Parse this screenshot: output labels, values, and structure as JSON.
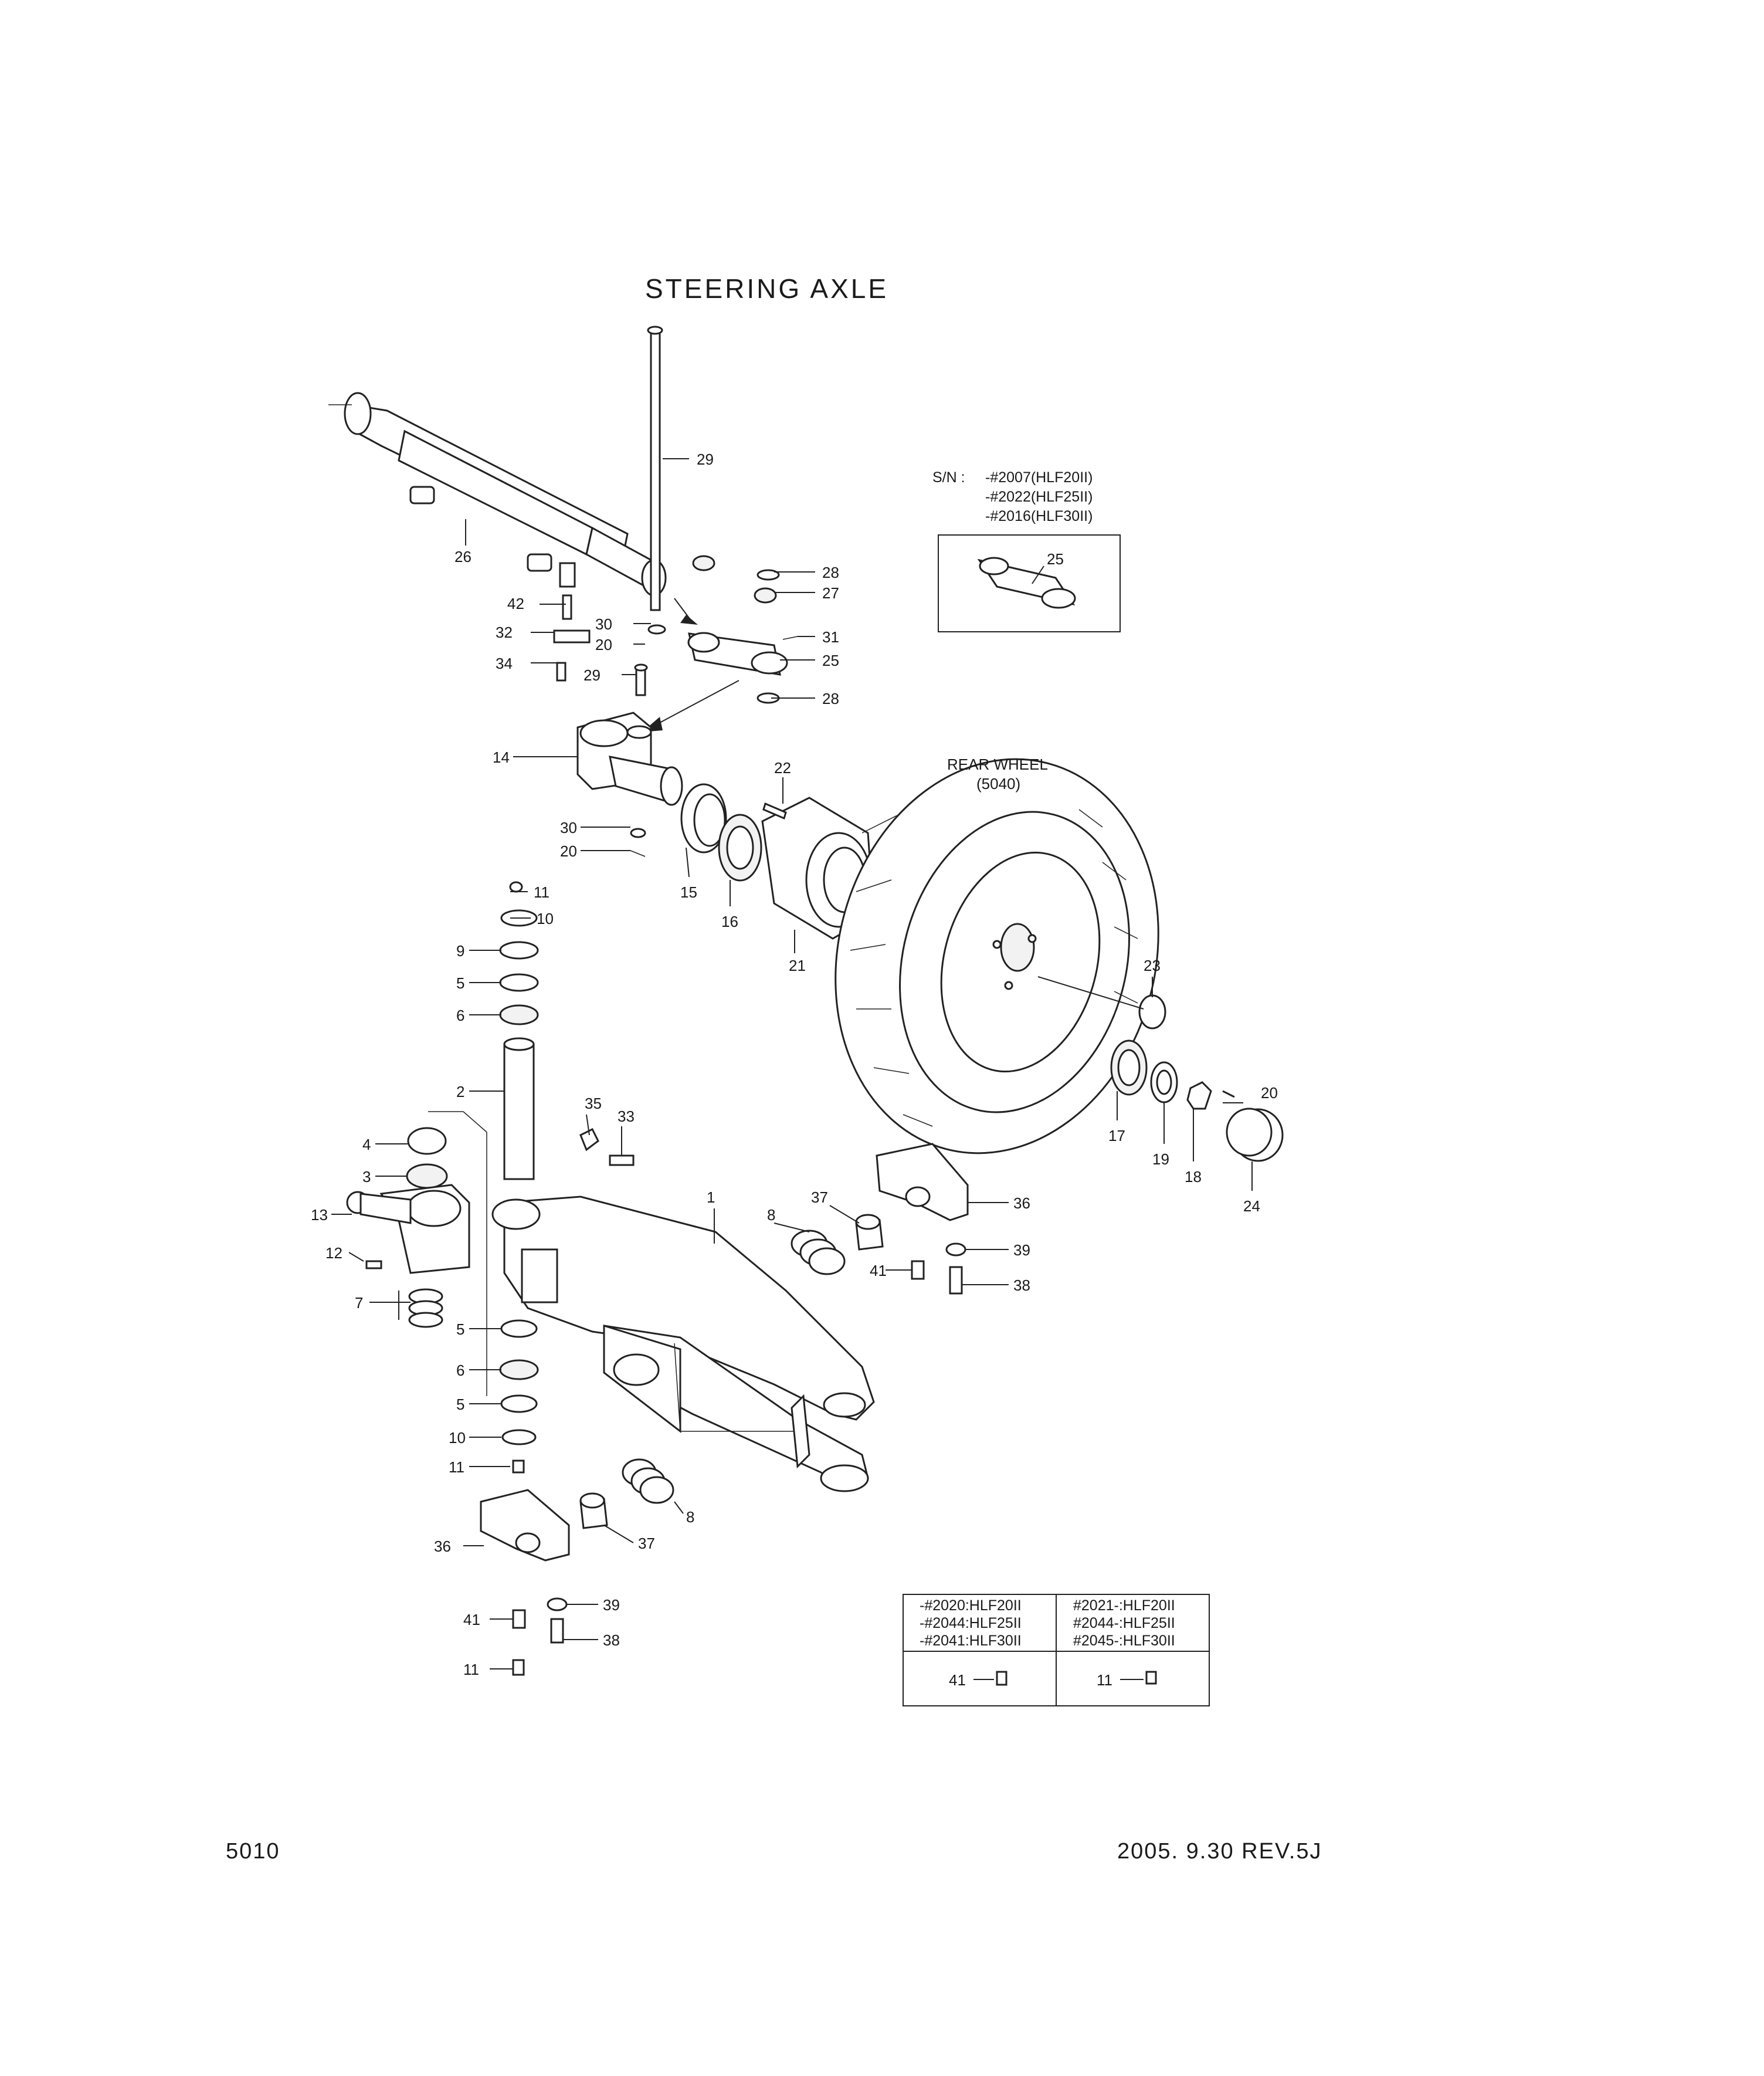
{
  "title": "STEERING AXLE",
  "page_number": "5010",
  "revision": "2005. 9.30  REV.5J",
  "serial_note": {
    "prefix": "S/N :",
    "lines": [
      "-#2007(HLF20II)",
      "-#2022(HLF25II)",
      "-#2016(HLF30II)"
    ],
    "inset_part": "25"
  },
  "rear_wheel": {
    "line1": "REAR WHEEL",
    "line2": "(5040)"
  },
  "callouts": {
    "c1": "1",
    "c2": "2",
    "c3": "3",
    "c4": "4",
    "c5a": "5",
    "c5b": "5",
    "c5c": "5",
    "c6a": "6",
    "c6b": "6",
    "c7": "7",
    "c8a": "8",
    "c8b": "8",
    "c9": "9",
    "c10a": "10",
    "c10b": "10",
    "c11a": "11",
    "c11b": "11",
    "c11c": "11",
    "c12": "12",
    "c13": "13",
    "c14": "14",
    "c15": "15",
    "c16": "16",
    "c17": "17",
    "c18": "18",
    "c19": "19",
    "c20a": "20",
    "c20b": "20",
    "c20c": "20",
    "c21": "21",
    "c22": "22",
    "c23": "23",
    "c24": "24",
    "c25": "25",
    "c26": "26",
    "c27": "27",
    "c28a": "28",
    "c28b": "28",
    "c29a": "29",
    "c29b": "29",
    "c30a": "30",
    "c30b": "30",
    "c31": "31",
    "c32": "32",
    "c33": "33",
    "c34": "34",
    "c35": "35",
    "c36a": "36",
    "c36b": "36",
    "c37a": "37",
    "c37b": "37",
    "c38a": "38",
    "c38b": "38",
    "c39a": "39",
    "c39b": "39",
    "c41a": "41",
    "c41b": "41",
    "c42": "42"
  },
  "variant_table": {
    "left_header": [
      "-#2020:HLF20II",
      "-#2044:HLF25II",
      "-#2041:HLF30II"
    ],
    "right_header": [
      "#2021-:HLF20II",
      "#2044-:HLF25II",
      "#2045-:HLF30II"
    ],
    "left_part": "41",
    "right_part": "11"
  }
}
